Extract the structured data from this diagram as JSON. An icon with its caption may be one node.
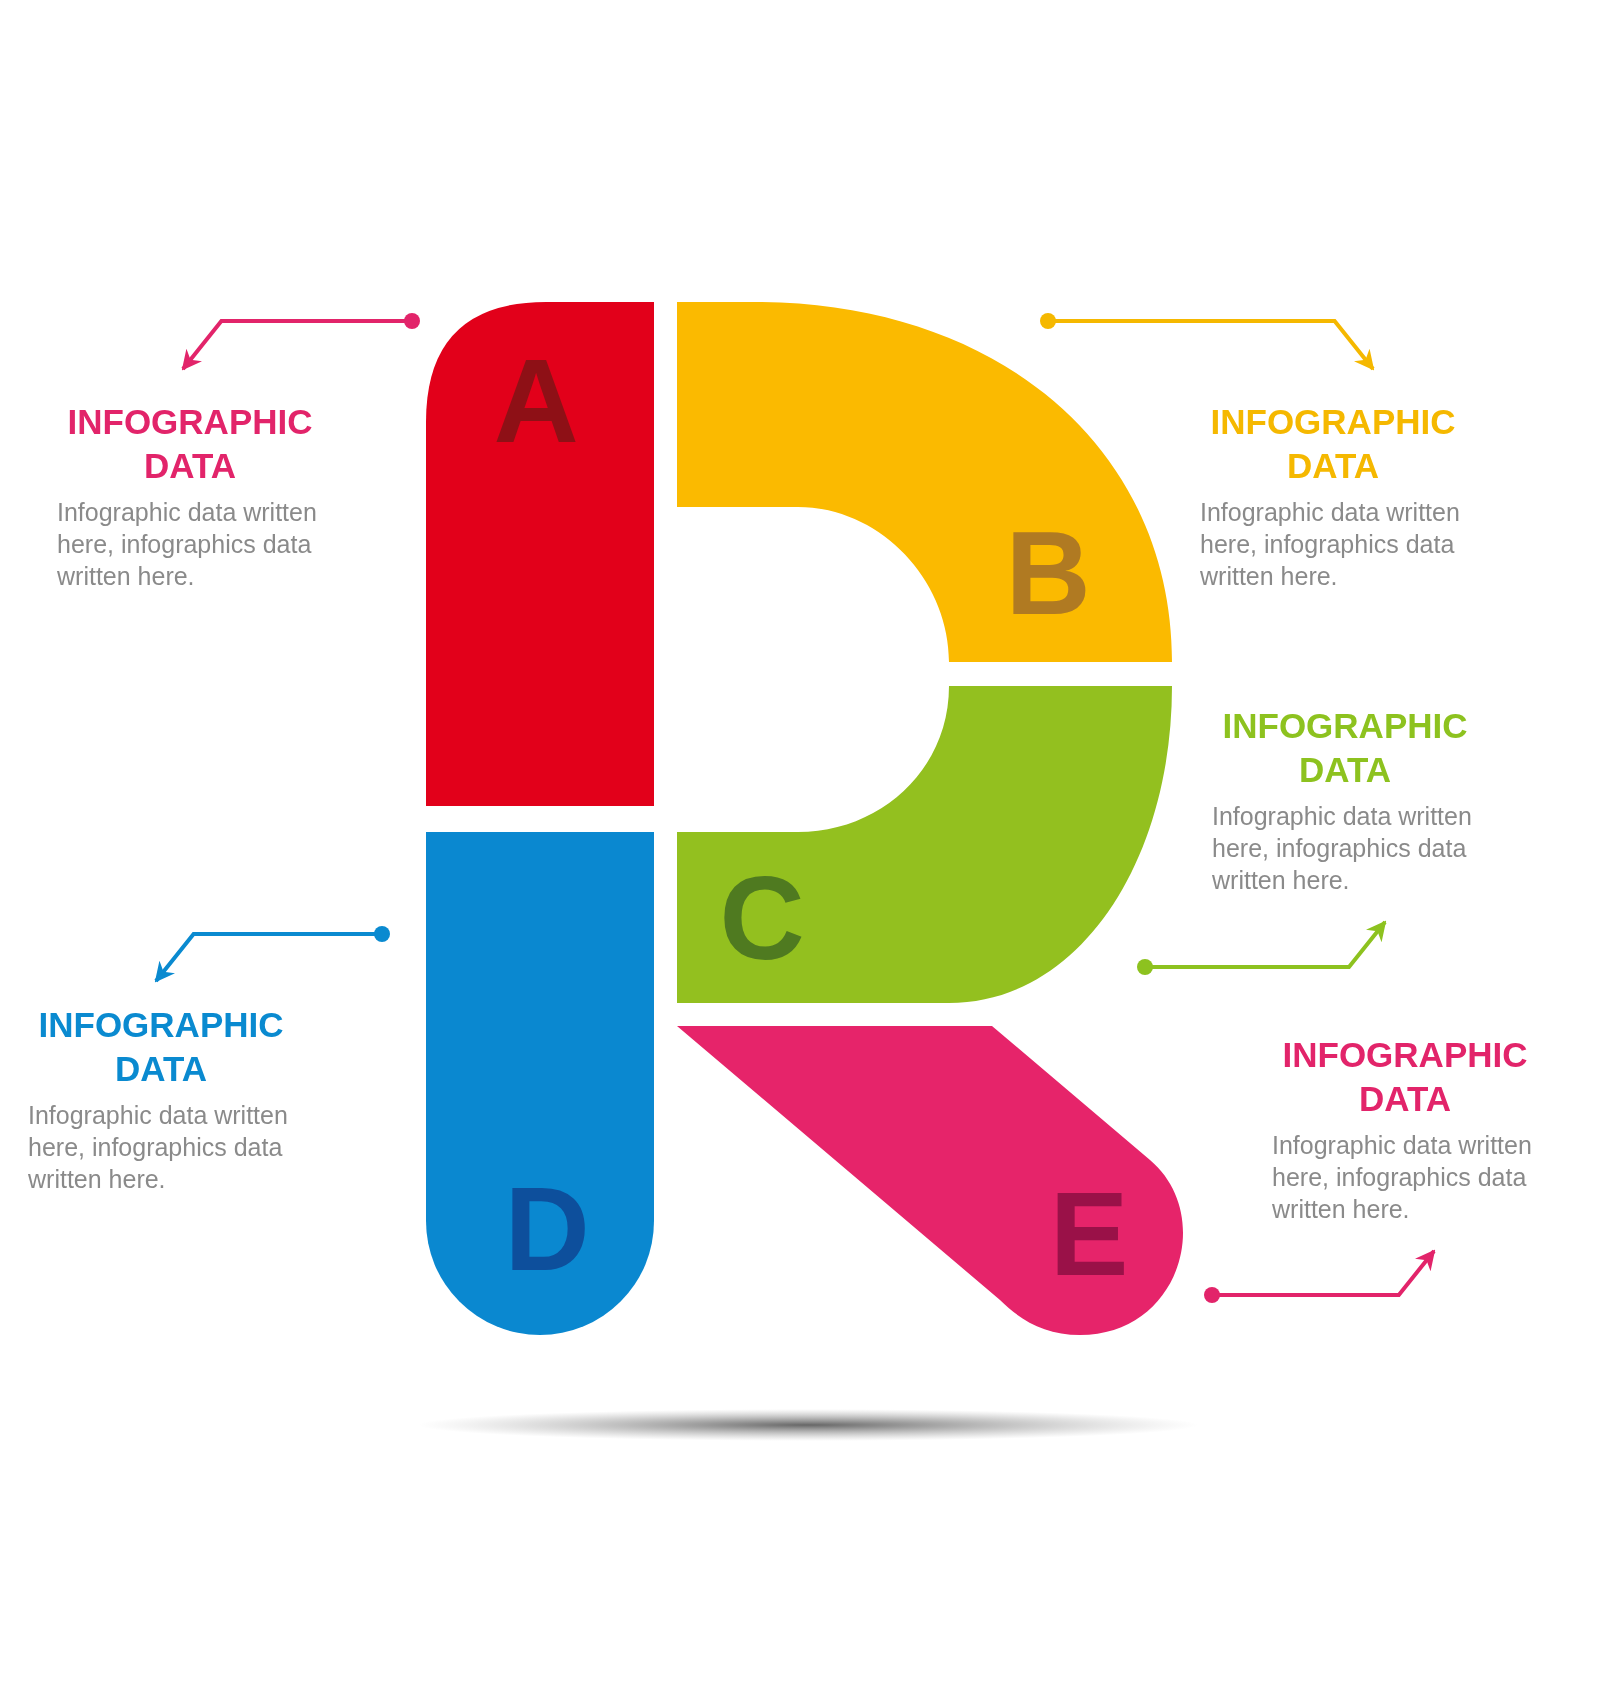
{
  "diagram": {
    "nodes": [
      {
        "text": [
          "A"
        ]
      },
      {
        "text": [
          "B"
        ]
      },
      {
        "text": [
          "C"
        ]
      },
      {
        "text": [
          "D"
        ]
      },
      {
        "text": [
          "E"
        ]
      },
      {
        "text": [
          "INFOGRAPHIC DATA",
          "Infographic data written here, infographics data written here."
        ]
      },
      {
        "text": [
          "INFOGRAPHIC DATA",
          "Infographic data written here, infographics data written here."
        ]
      },
      {
        "text": [
          "INFOGRAPHIC DATA",
          "Infographic data written here, infographics data written here."
        ]
      },
      {
        "text": [
          "INFOGRAPHIC DATA",
          "Infographic data written here, infographics data written here."
        ]
      },
      {
        "text": [
          "INFOGRAPHIC DATA",
          "Infographic data written here, infographics data written here."
        ]
      }
    ],
    "edges": [
      {
        "from": 0,
        "to": 5,
        "arrow": "to",
        "color": "#e2246a"
      },
      {
        "from": 1,
        "to": 6,
        "arrow": "to",
        "color": "#f5b800"
      },
      {
        "from": 2,
        "to": 7,
        "arrow": "to",
        "color": "#8dc21f"
      },
      {
        "from": 3,
        "to": 8,
        "arrow": "to",
        "color": "#0a8ad0"
      },
      {
        "from": 4,
        "to": 9,
        "arrow": "to",
        "color": "#e2246a"
      }
    ]
  }
}
